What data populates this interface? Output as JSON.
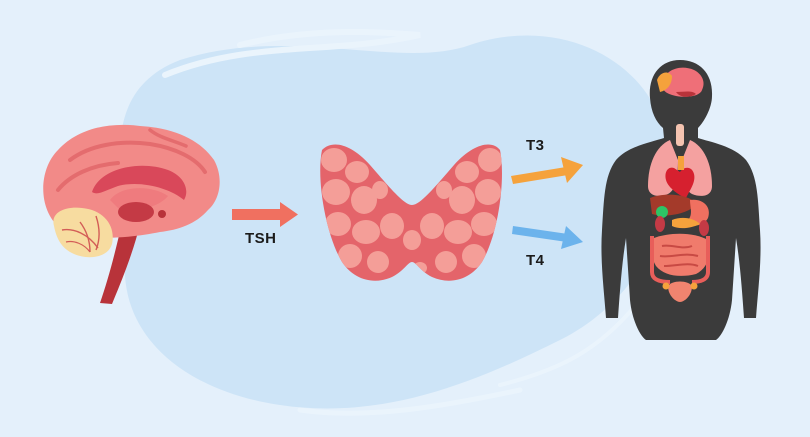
{
  "labels": {
    "tsh": "TSH",
    "t3": "T3",
    "t4": "T4"
  },
  "icons": {
    "brain": "brain-icon",
    "thyroid": "thyroid-gland-icon",
    "body": "human-body-organs-icon"
  },
  "colors": {
    "background": "#e4f0fb",
    "blob": "#cde4f7",
    "tsh_arrow": "#f07060",
    "t3_arrow": "#f5a23c",
    "t4_arrow": "#6cb3ec",
    "thyroid": "#ef8a86",
    "body_silhouette": "#3b3b3b"
  }
}
